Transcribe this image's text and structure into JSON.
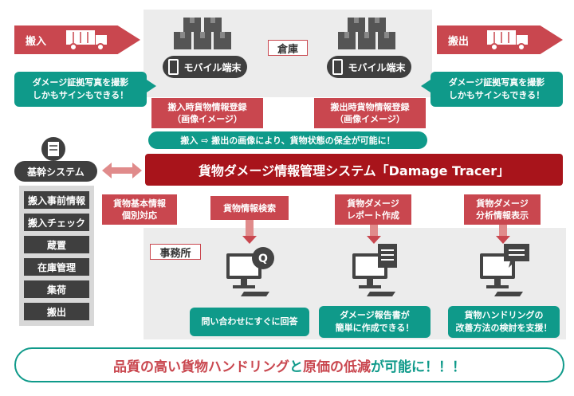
{
  "warehouse": {
    "label": "倉庫"
  },
  "office": {
    "label": "事務所"
  },
  "inbound": {
    "label": "搬入"
  },
  "outbound": {
    "label": "搬出"
  },
  "mobile_terminal_left": "モバイル端末",
  "mobile_terminal_right": "モバイル端末",
  "bubble_left": [
    "ダメージ証拠写真を撮影",
    "しかもサインもできる！"
  ],
  "bubble_right": [
    "ダメージ証拠写真を撮影",
    "しかもサインもできる！"
  ],
  "register_in": [
    "搬入時貨物情報登録",
    "（画像イメージ）"
  ],
  "register_out": [
    "搬出時貨物情報登録",
    "（画像イメージ）"
  ],
  "condition_banner": "搬入 ⇨ 搬出の画像により、貨物状態の保全が可能に！",
  "main_system": "貨物ダメージ情報管理システム「Damage Tracer」",
  "core_system": {
    "label": "基幹システム",
    "items": [
      "搬入事前情報",
      "搬入チェック",
      "蔵置",
      "在庫管理",
      "集荷",
      "搬出"
    ]
  },
  "basic_info": [
    "貨物基本情報",
    "個別対応"
  ],
  "functions": [
    {
      "title": [
        "貨物情報検索"
      ],
      "result": [
        "問い合わせにすぐに回答"
      ]
    },
    {
      "title": [
        "貨物ダメージ",
        "レポート作成"
      ],
      "result": [
        "ダメージ報告書が",
        "簡単に作成できる！"
      ]
    },
    {
      "title": [
        "貨物ダメージ",
        "分析情報表示"
      ],
      "result": [
        "貨物ハンドリングの",
        "改善方法の検討を支援！"
      ]
    }
  ],
  "conclusion": {
    "part1": "品質の高い貨物ハンドリング",
    "part2": "と",
    "part3": "原価の低減",
    "part4": "が可能に！！！"
  },
  "colors": {
    "red": "#c9474f",
    "dark_red": "#a8141b",
    "teal": "#0f9a8a",
    "dark": "#3f3f3f",
    "panel": "#ececec"
  }
}
